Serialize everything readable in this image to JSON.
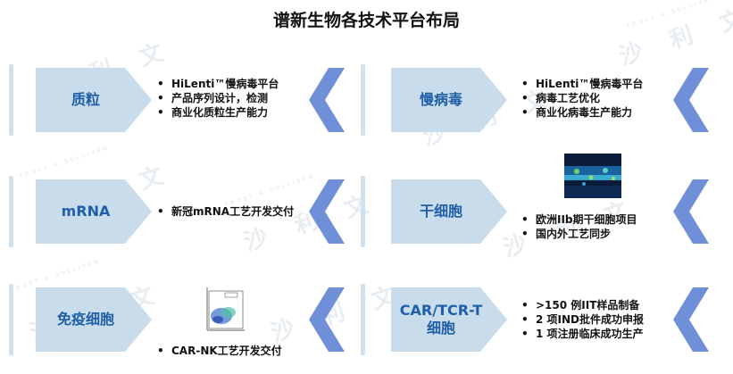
{
  "title": "谱新生物各技术平台布局",
  "watermark": "沙 利 文",
  "watermark_sub": "FROST & SULLIVAN",
  "colors": {
    "accent": "#1f5fa8",
    "pentagon": "#c9dcec",
    "chevron": "#6f8fd9"
  },
  "icons": [
    "chevron-left-icon"
  ],
  "sections": [
    {
      "label": "质粒",
      "bullets": [
        "HiLenti™慢病毒平台",
        "产品序列设计，检测",
        "商业化质粒生产能力"
      ]
    },
    {
      "label": "慢病毒",
      "bullets": [
        "HiLenti™慢病毒平台",
        "病毒工艺优化",
        "商业化病毒生产能力"
      ]
    },
    {
      "label": "mRNA",
      "bullets": [
        "新冠mRNA工艺开发交付"
      ]
    },
    {
      "label": "干细胞",
      "bullets": [
        "欧洲IIb期干细胞项目",
        "国内外工艺同步"
      ]
    },
    {
      "label": "免疫细胞",
      "bullets": [
        "CAR-NK工艺开发交付"
      ]
    },
    {
      "label_lines": [
        "CAR/TCR-T",
        "细胞"
      ],
      "bullets": [
        ">150 例IIT样品制备",
        "2 项IND批件成功申报",
        "1 项注册临床成功生产"
      ]
    }
  ]
}
